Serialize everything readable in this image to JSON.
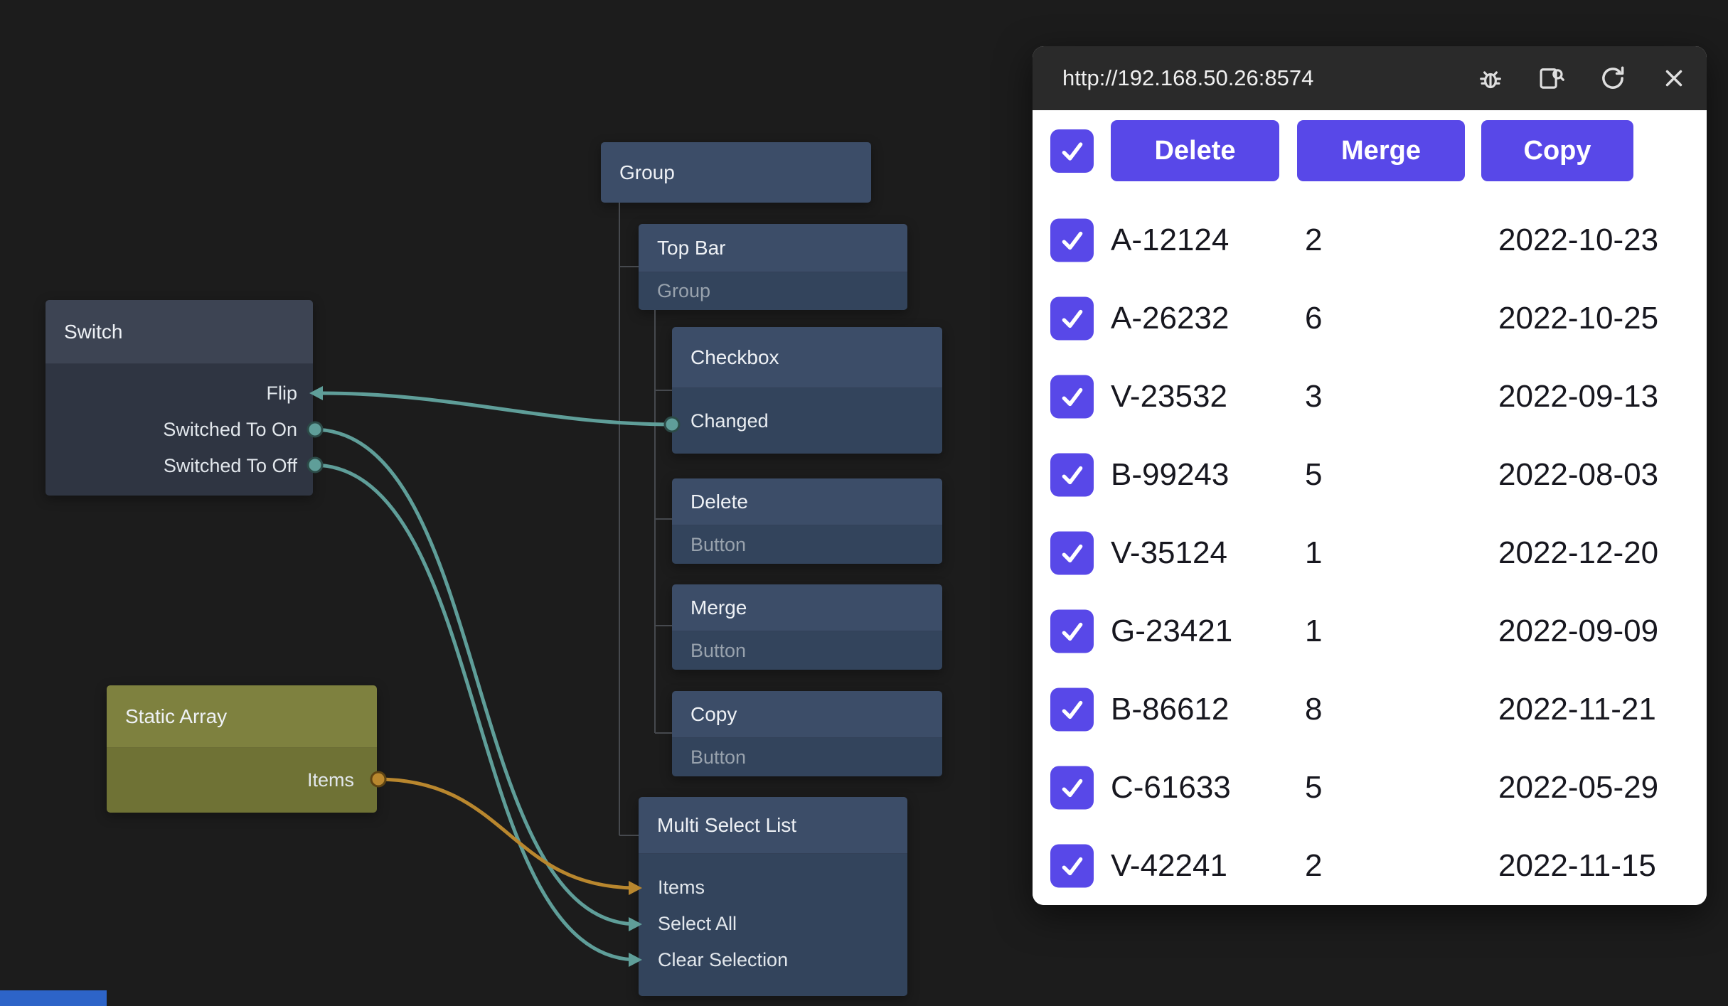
{
  "canvas": {
    "nodes": {
      "group": {
        "title": "Group"
      },
      "top_bar": {
        "title": "Top Bar",
        "subtitle": "Group"
      },
      "checkbox": {
        "title": "Checkbox",
        "output_label": "Changed"
      },
      "delete_button": {
        "title": "Delete",
        "subtitle": "Button"
      },
      "merge_button": {
        "title": "Merge",
        "subtitle": "Button"
      },
      "copy_button": {
        "title": "Copy",
        "subtitle": "Button"
      },
      "multi_select_list": {
        "title": "Multi Select List",
        "inputs": [
          "Items",
          "Select All",
          "Clear Selection"
        ]
      },
      "switch": {
        "title": "Switch",
        "ports": [
          "Flip",
          "Switched To On",
          "Switched To Off"
        ]
      },
      "static_array": {
        "title": "Static Array",
        "output_label": "Items"
      }
    },
    "colors": {
      "background": "#1c1c1c",
      "node_header_blue": "#3c4d68",
      "node_body_blue": "#33445c",
      "node_header_gray": "#3d4453",
      "node_body_gray": "#2f3542",
      "node_header_olive": "#7e813f",
      "node_body_olive": "#6f7235",
      "wire_teal": "#5f9e99",
      "wire_orange": "#b9872e"
    }
  },
  "preview": {
    "url": "http://192.168.50.26:8574",
    "titlebar_icons": [
      "bug-icon",
      "inspect-icon",
      "refresh-icon",
      "close-icon"
    ],
    "accent": "#5848e8",
    "toolbar": {
      "delete_label": "Delete",
      "merge_label": "Merge",
      "copy_label": "Copy"
    },
    "rows": [
      {
        "id": "A-12124",
        "count": "2",
        "date": "2022-10-23"
      },
      {
        "id": "A-26232",
        "count": "6",
        "date": "2022-10-25"
      },
      {
        "id": "V-23532",
        "count": "3",
        "date": "2022-09-13"
      },
      {
        "id": "B-99243",
        "count": "5",
        "date": "2022-08-03"
      },
      {
        "id": "V-35124",
        "count": "1",
        "date": "2022-12-20"
      },
      {
        "id": "G-23421",
        "count": "1",
        "date": "2022-09-09"
      },
      {
        "id": "B-86612",
        "count": "8",
        "date": "2022-11-21"
      },
      {
        "id": "C-61633",
        "count": "5",
        "date": "2022-05-29"
      },
      {
        "id": "V-42241",
        "count": "2",
        "date": "2022-11-15"
      }
    ]
  },
  "taskbar": {
    "color": "#2d64c8"
  }
}
